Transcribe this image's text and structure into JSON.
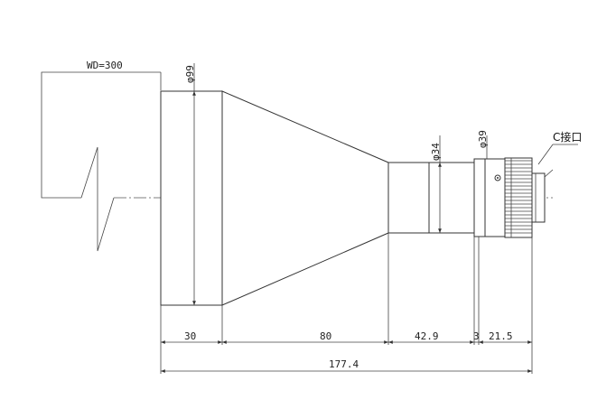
{
  "drawing": {
    "working_distance_label": "WD=300",
    "diameters": {
      "front": "φ99",
      "middle": "φ34",
      "rear": "φ39"
    },
    "mount_label": "C接口",
    "segment_dimensions": [
      "30",
      "80",
      "42.9",
      "3",
      "21.5"
    ],
    "total_length": "177.4"
  }
}
